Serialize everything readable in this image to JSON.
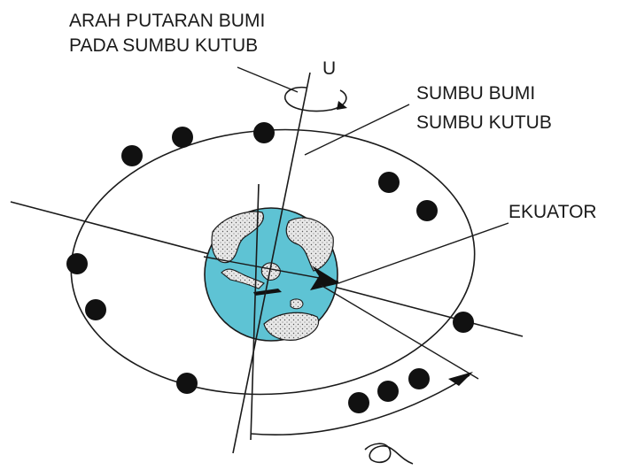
{
  "labels": {
    "rotation_line1": "ARAH PUTARAN BUMI",
    "rotation_line2": "PADA SUMBU KUTUB",
    "north": "U",
    "axis_line1": "SUMBU BUMI",
    "axis_line2": "SUMBU KUTUB",
    "equator": "EKUATOR"
  },
  "colors": {
    "ocean": "#5ec3d4",
    "land": "#e6e6e6",
    "line": "#1a1a1a",
    "dot": "#111111"
  },
  "symbols": {
    "angle": "alpha-symbol",
    "rotation": "curved-arrow-icon"
  }
}
